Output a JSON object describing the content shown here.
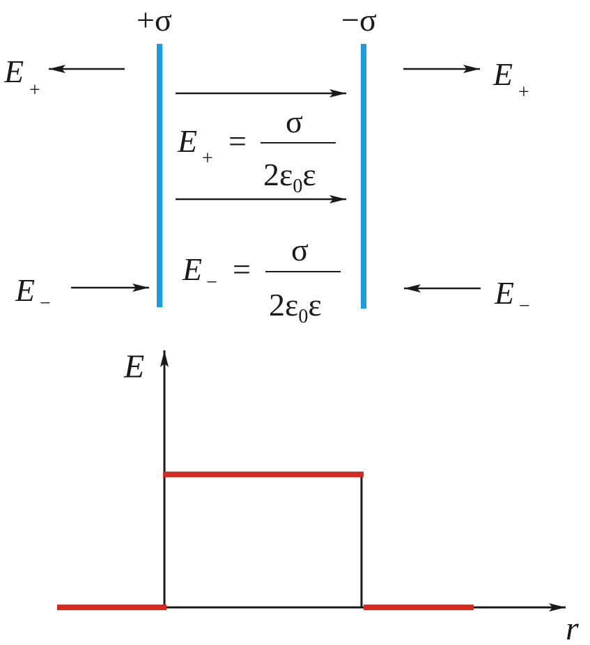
{
  "labels": {
    "plus_sigma": "+σ",
    "minus_sigma": "−σ",
    "e_symbol": "E",
    "plus_sub": "+",
    "minus_sub": "−",
    "equals": "=",
    "sigma": "σ",
    "denominator_pre": "2ε",
    "denominator_sub": "0",
    "denominator_post": "ε",
    "axis_y": "E",
    "axis_x": "r"
  },
  "colors": {
    "plate": "#1a9ce0",
    "graph": "#d42a20",
    "ink": "#1a1a1a"
  },
  "graph_profile": [
    {
      "region": "outside-left",
      "level": 0
    },
    {
      "region": "between-plates",
      "level": 1
    },
    {
      "region": "outside-right",
      "level": 0
    }
  ]
}
